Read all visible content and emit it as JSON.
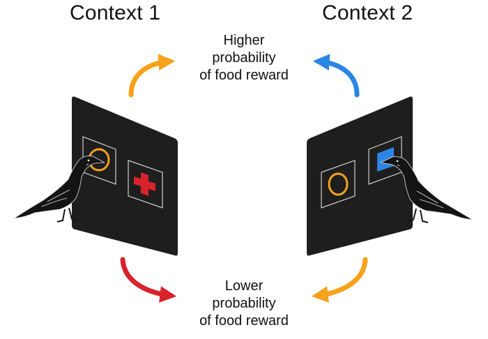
{
  "contexts": [
    {
      "label": "Context 1"
    },
    {
      "label": "Context 2"
    }
  ],
  "outcomes": {
    "higher": {
      "lines": [
        "Higher",
        "probability",
        "of food reward"
      ]
    },
    "lower": {
      "lines": [
        "Lower",
        "probability",
        "of food reward"
      ]
    }
  },
  "colors": {
    "orange": "#f7a21b",
    "blue": "#2b86e4",
    "red": "#d8222c",
    "panel": "#1e1e1e",
    "crow": "#141414"
  },
  "icons": {
    "context1_left_symbol": "orange-circle",
    "context1_right_symbol": "red-cross",
    "context2_left_symbol": "orange-circle",
    "context2_right_symbol": "blue-square"
  }
}
